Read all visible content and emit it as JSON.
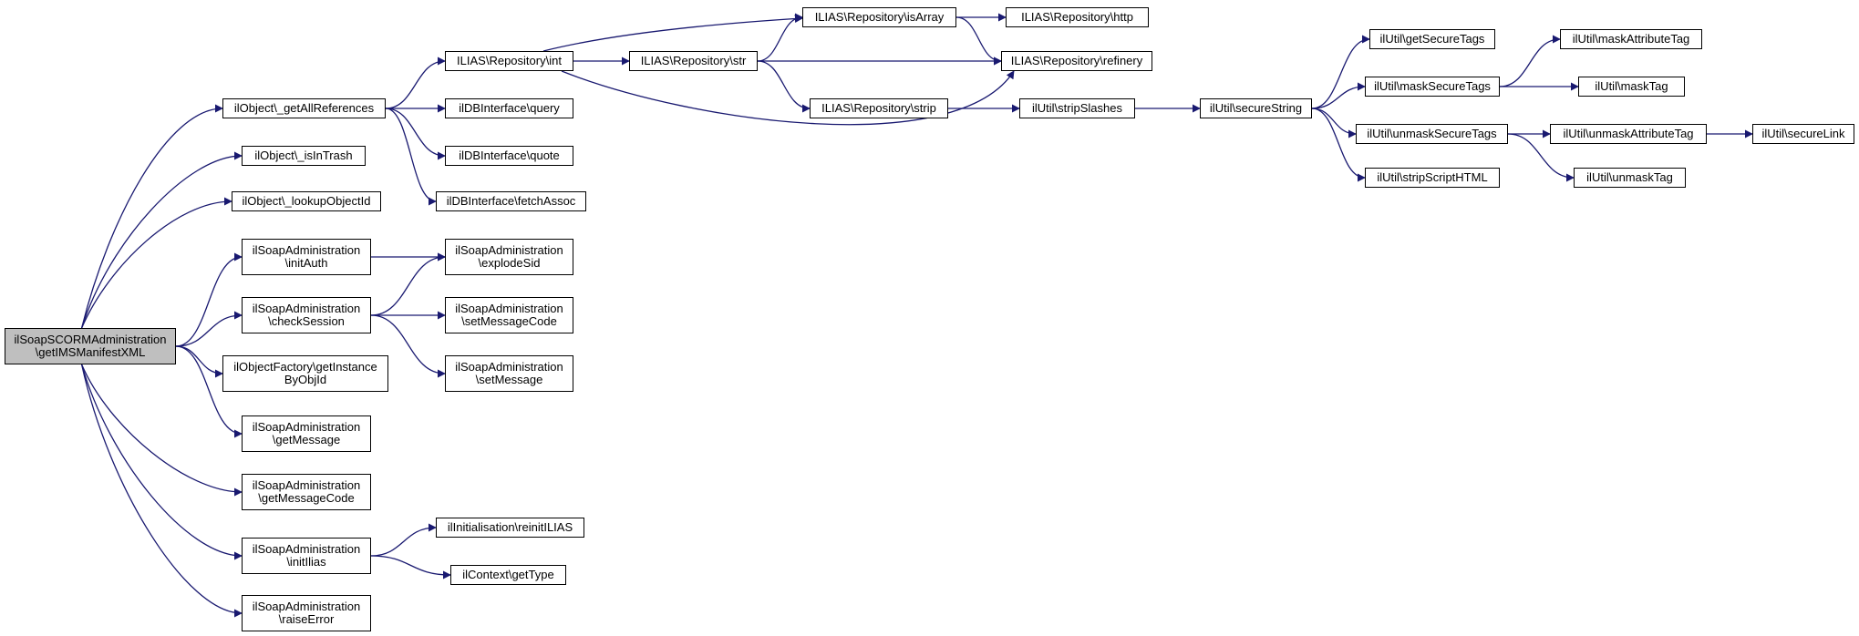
{
  "colors": {
    "edge": "#191970",
    "node_border": "#000000",
    "root_fill": "#bfbfbf",
    "node_fill": "#ffffff"
  },
  "nodes": [
    {
      "id": "root",
      "label": "ilSoapSCORMAdministration\n\\getIMSManifestXML",
      "root": true
    },
    {
      "id": "n_getAllRefs",
      "label": "ilObject\\_getAllReferences"
    },
    {
      "id": "n_isInTrash",
      "label": "ilObject\\_isInTrash"
    },
    {
      "id": "n_lookupObjId",
      "label": "ilObject\\_lookupObjectId"
    },
    {
      "id": "n_initAuth",
      "label": "ilSoapAdministration\n\\initAuth"
    },
    {
      "id": "n_checkSession",
      "label": "ilSoapAdministration\n\\checkSession"
    },
    {
      "id": "n_getInstance",
      "label": "ilObjectFactory\\getInstance\nByObjId"
    },
    {
      "id": "n_getMessage",
      "label": "ilSoapAdministration\n\\getMessage"
    },
    {
      "id": "n_getMessageCode",
      "label": "ilSoapAdministration\n\\getMessageCode"
    },
    {
      "id": "n_initIlias",
      "label": "ilSoapAdministration\n\\initIlias"
    },
    {
      "id": "n_raiseError",
      "label": "ilSoapAdministration\n\\raiseError"
    },
    {
      "id": "n_int",
      "label": "ILIAS\\Repository\\int"
    },
    {
      "id": "n_query",
      "label": "ilDBInterface\\query"
    },
    {
      "id": "n_quote",
      "label": "ilDBInterface\\quote"
    },
    {
      "id": "n_fetchAssoc",
      "label": "ilDBInterface\\fetchAssoc"
    },
    {
      "id": "n_explodeSid",
      "label": "ilSoapAdministration\n\\explodeSid"
    },
    {
      "id": "n_setMessageCode",
      "label": "ilSoapAdministration\n\\setMessageCode"
    },
    {
      "id": "n_setMessage",
      "label": "ilSoapAdministration\n\\setMessage"
    },
    {
      "id": "n_reinit",
      "label": "ilInitialisation\\reinitILIAS"
    },
    {
      "id": "n_getType",
      "label": "ilContext\\getType"
    },
    {
      "id": "n_str",
      "label": "ILIAS\\Repository\\str"
    },
    {
      "id": "n_isArray",
      "label": "ILIAS\\Repository\\isArray"
    },
    {
      "id": "n_strip",
      "label": "ILIAS\\Repository\\strip"
    },
    {
      "id": "n_http",
      "label": "ILIAS\\Repository\\http"
    },
    {
      "id": "n_refinery",
      "label": "ILIAS\\Repository\\refinery"
    },
    {
      "id": "n_stripSlashes",
      "label": "ilUtil\\stripSlashes"
    },
    {
      "id": "n_secureString",
      "label": "ilUtil\\secureString"
    },
    {
      "id": "n_getSecureTags",
      "label": "ilUtil\\getSecureTags"
    },
    {
      "id": "n_maskSecureTags",
      "label": "ilUtil\\maskSecureTags"
    },
    {
      "id": "n_unmaskSecureTags",
      "label": "ilUtil\\unmaskSecureTags"
    },
    {
      "id": "n_stripScriptHTML",
      "label": "ilUtil\\stripScriptHTML"
    },
    {
      "id": "n_maskAttributeTag",
      "label": "ilUtil\\maskAttributeTag"
    },
    {
      "id": "n_maskTag",
      "label": "ilUtil\\maskTag"
    },
    {
      "id": "n_unmaskAttributeTag",
      "label": "ilUtil\\unmaskAttributeTag"
    },
    {
      "id": "n_unmaskTag",
      "label": "ilUtil\\unmaskTag"
    },
    {
      "id": "n_secureLink",
      "label": "ilUtil\\secureLink"
    }
  ],
  "edges": [
    [
      "root",
      "n_getAllRefs"
    ],
    [
      "root",
      "n_isInTrash"
    ],
    [
      "root",
      "n_lookupObjId"
    ],
    [
      "root",
      "n_initAuth"
    ],
    [
      "root",
      "n_checkSession"
    ],
    [
      "root",
      "n_getInstance"
    ],
    [
      "root",
      "n_getMessage"
    ],
    [
      "root",
      "n_getMessageCode"
    ],
    [
      "root",
      "n_initIlias"
    ],
    [
      "root",
      "n_raiseError"
    ],
    [
      "n_getAllRefs",
      "n_int"
    ],
    [
      "n_getAllRefs",
      "n_query"
    ],
    [
      "n_getAllRefs",
      "n_quote"
    ],
    [
      "n_getAllRefs",
      "n_fetchAssoc"
    ],
    [
      "n_initAuth",
      "n_explodeSid"
    ],
    [
      "n_checkSession",
      "n_explodeSid"
    ],
    [
      "n_checkSession",
      "n_setMessageCode"
    ],
    [
      "n_checkSession",
      "n_setMessage"
    ],
    [
      "n_initIlias",
      "n_reinit"
    ],
    [
      "n_initIlias",
      "n_getType"
    ],
    [
      "n_int",
      "n_isArray"
    ],
    [
      "n_int",
      "n_str"
    ],
    [
      "n_int",
      "n_refinery"
    ],
    [
      "n_str",
      "n_isArray"
    ],
    [
      "n_str",
      "n_refinery"
    ],
    [
      "n_str",
      "n_strip"
    ],
    [
      "n_isArray",
      "n_http"
    ],
    [
      "n_isArray",
      "n_refinery"
    ],
    [
      "n_strip",
      "n_stripSlashes"
    ],
    [
      "n_stripSlashes",
      "n_secureString"
    ],
    [
      "n_secureString",
      "n_getSecureTags"
    ],
    [
      "n_secureString",
      "n_maskSecureTags"
    ],
    [
      "n_secureString",
      "n_unmaskSecureTags"
    ],
    [
      "n_secureString",
      "n_stripScriptHTML"
    ],
    [
      "n_maskSecureTags",
      "n_maskAttributeTag"
    ],
    [
      "n_maskSecureTags",
      "n_maskTag"
    ],
    [
      "n_unmaskSecureTags",
      "n_unmaskAttributeTag"
    ],
    [
      "n_unmaskSecureTags",
      "n_unmaskTag"
    ],
    [
      "n_unmaskAttributeTag",
      "n_secureLink"
    ]
  ]
}
